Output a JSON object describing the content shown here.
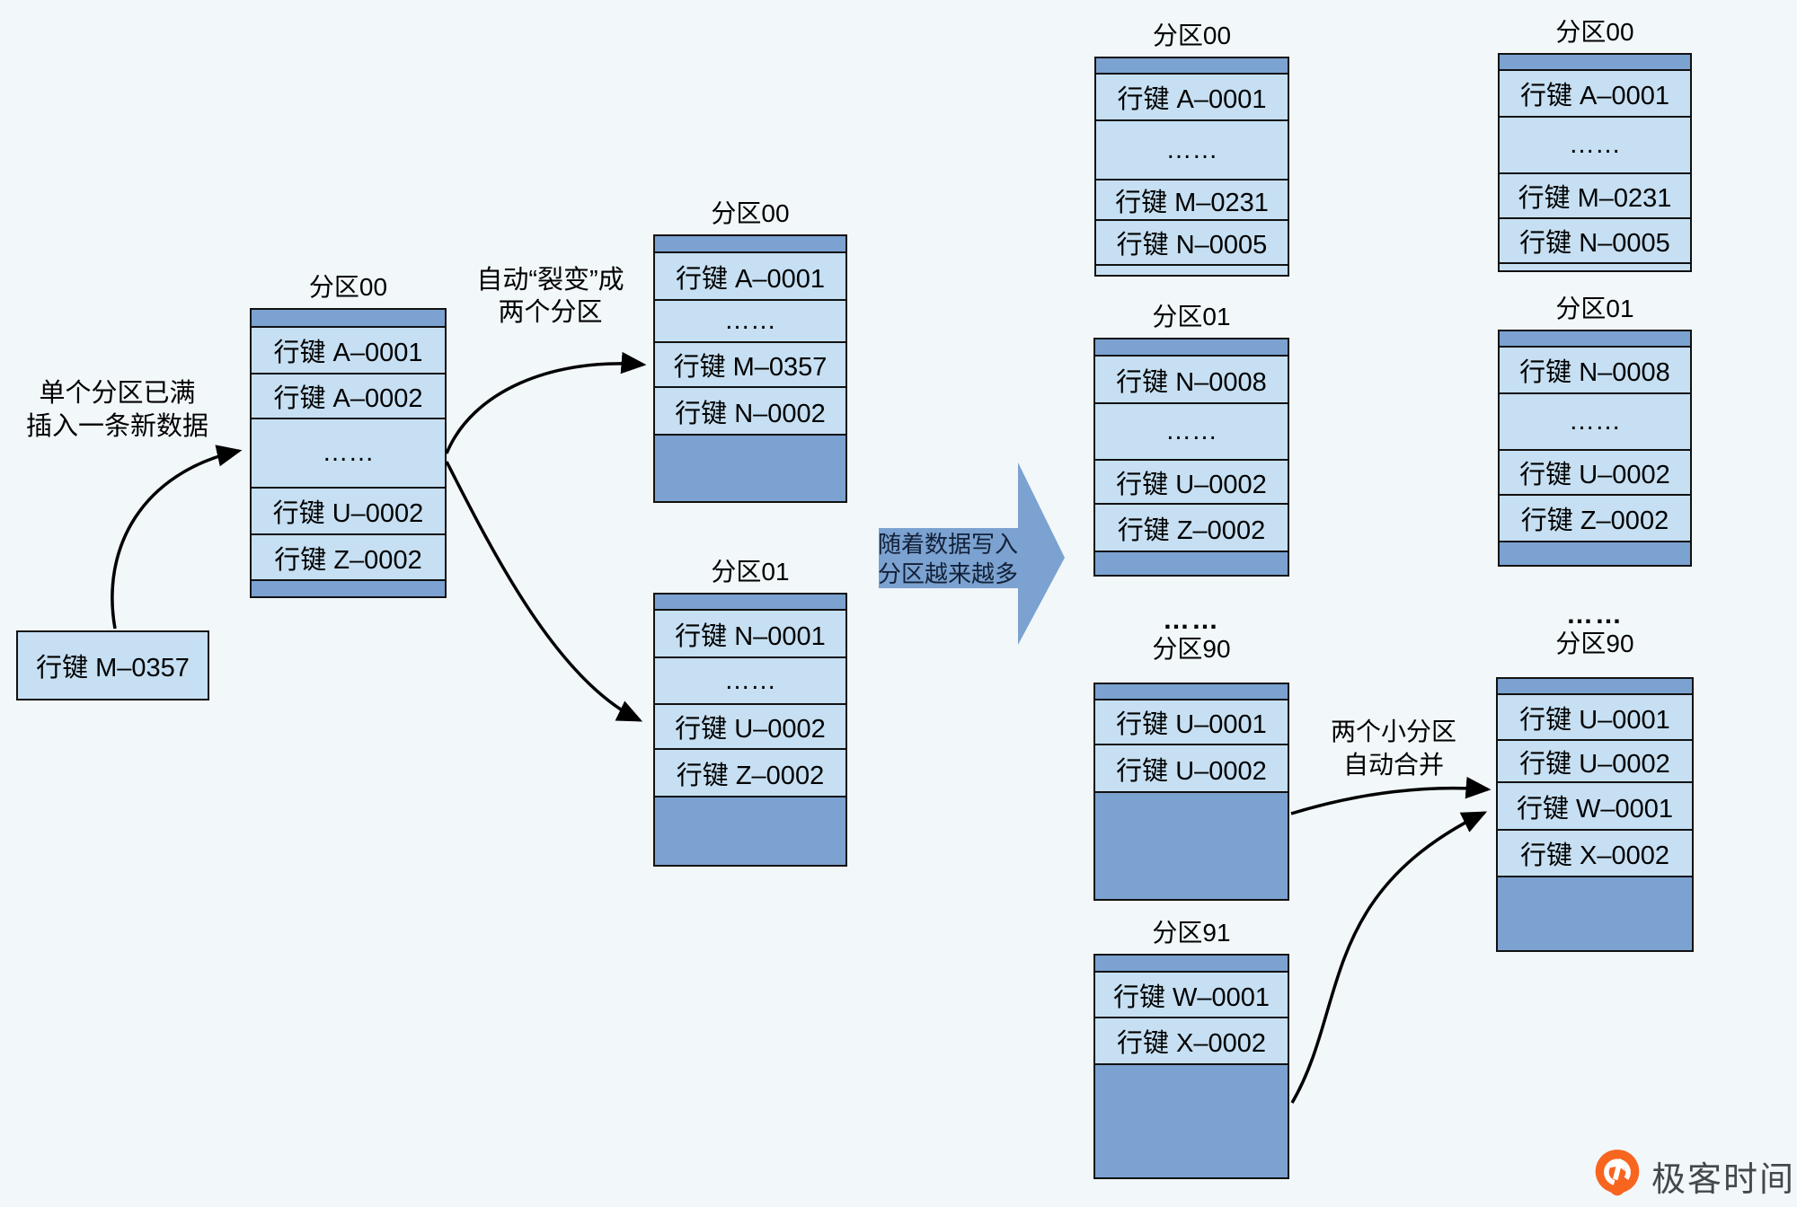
{
  "colors": {
    "background": "#f2f7fa",
    "cell_light": "#c6dff2",
    "cell_dark": "#7ba2d0",
    "border": "#111111",
    "arrow_black": "#000000",
    "big_arrow_fill": "#7ba2d0",
    "logo_orange": "#f7651f",
    "logo_text_gray": "#43484d"
  },
  "annotations": {
    "left_note_line1": "单个分区已满",
    "left_note_line2": "插入一条新数据",
    "split_note_line1": "自动“裂变”成",
    "split_note_line2": "两个分区",
    "big_arrow_line1": "随着数据写入",
    "big_arrow_line2": "分区越来越多",
    "merge_note_line1": "两个小分区",
    "merge_note_line2": "自动合并"
  },
  "insert_box": {
    "label": "行键 M–0357"
  },
  "ellipsis": {
    "col3": "……",
    "col4": "……"
  },
  "tables": {
    "left00": {
      "label": "分区00",
      "rows": [
        "行键 A–0001",
        "行键 A–0002",
        "……",
        "行键 U–0002",
        "行键 Z–0002"
      ]
    },
    "mid00": {
      "label": "分区00",
      "rows": [
        "行键 A–0001",
        "……",
        "行键 M–0357",
        "行键 N–0002"
      ]
    },
    "mid01": {
      "label": "分区01",
      "rows": [
        "行键 N–0001",
        "……",
        "行键 U–0002",
        "行键 Z–0002"
      ]
    },
    "c300": {
      "label": "分区00",
      "rows": [
        "行键 A–0001",
        "……",
        "行键 M–0231",
        "行键 N–0005"
      ]
    },
    "c301": {
      "label": "分区01",
      "rows": [
        "行键 N–0008",
        "……",
        "行键 U–0002",
        "行键 Z–0002"
      ]
    },
    "c390": {
      "label": "分区90",
      "rows": [
        "行键 U–0001",
        "行键 U–0002"
      ]
    },
    "c391": {
      "label": "分区91",
      "rows": [
        "行键 W–0001",
        "行键 X–0002"
      ]
    },
    "c400": {
      "label": "分区00",
      "rows": [
        "行键 A–0001",
        "……",
        "行键 M–0231",
        "行键 N–0005"
      ]
    },
    "c401": {
      "label": "分区01",
      "rows": [
        "行键 N–0008",
        "……",
        "行键 U–0002",
        "行键 Z–0002"
      ]
    },
    "c490": {
      "label": "分区90",
      "rows": [
        "行键 U–0001",
        "行键 U–0002",
        "行键 W–0001",
        "行键 X–0002"
      ]
    }
  },
  "logo": {
    "text": "极客时间"
  }
}
